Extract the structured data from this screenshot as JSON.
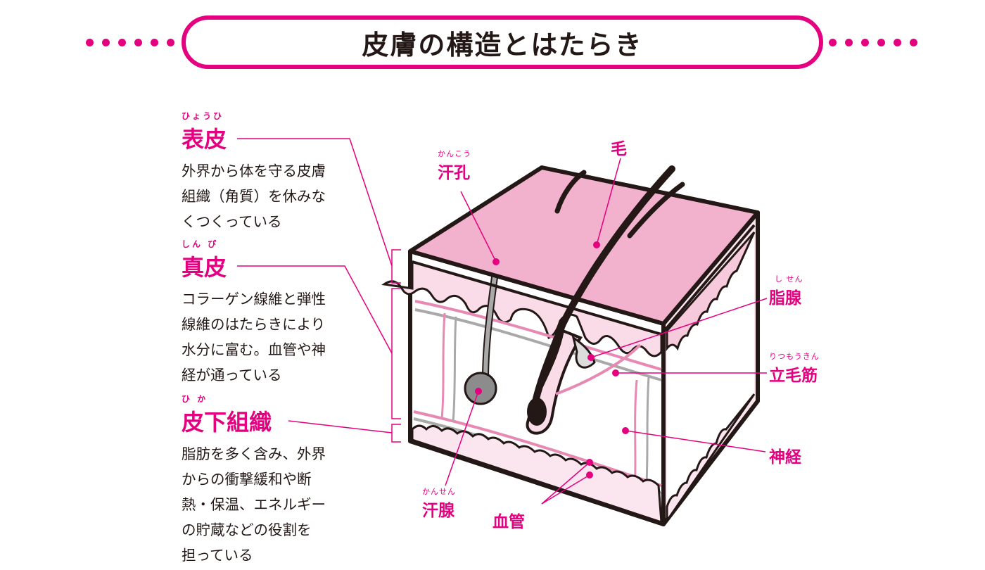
{
  "title": "皮膚の構造とはたらき",
  "layers": [
    {
      "ruby": "ひょうひ",
      "name": "表皮",
      "lines": [
        "外界から体を守る皮膚",
        "組織（角質）を休みな",
        "くつくっている"
      ]
    },
    {
      "ruby": "しん ぴ",
      "name": "真皮",
      "lines": [
        "コラーゲン線維と弾性",
        "線維のはたらきにより",
        "水分に富む。血管や神",
        "経が通っている"
      ]
    },
    {
      "ruby": "ひ  か",
      "name": "皮下組織",
      "lines": [
        "脂肪を多く含み、外界",
        "からの衝撃緩和や断",
        "熱・保温、エネルギー",
        "の貯蔵などの役割を",
        "担っている"
      ]
    }
  ],
  "labels": {
    "hair": {
      "name": "毛"
    },
    "pore": {
      "ruby": "かんこう",
      "name": "汗孔"
    },
    "sebaceous": {
      "ruby": "し せん",
      "name": "脂腺"
    },
    "arrector": {
      "ruby": "りつもうきん",
      "name": "立毛筋"
    },
    "nerve": {
      "name": "神経"
    },
    "sweat_gland": {
      "ruby": "かんせん",
      "name": "汗腺"
    },
    "vessel": {
      "name": "血管"
    }
  },
  "colors": {
    "accent": "#e4007f",
    "skin_top": "#f2b1cc",
    "dermis": "#f9dce8",
    "ink": "#231815"
  }
}
